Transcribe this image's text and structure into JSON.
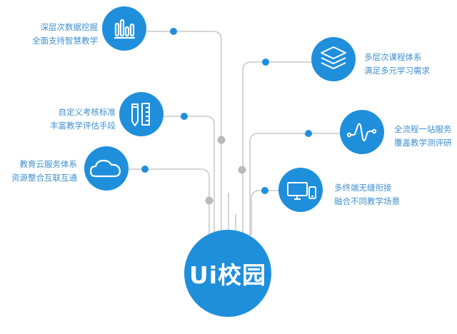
{
  "center": {
    "title": "Ui校园"
  },
  "features": [
    {
      "icon": "bar-chart-icon",
      "line1": "深层次数据挖掘",
      "line2": "全面支持智慧教学"
    },
    {
      "icon": "ruler-pencil-icon",
      "line1": "自定义考核标准",
      "line2": "丰富教学评估手段"
    },
    {
      "icon": "cloud-icon",
      "line1": "教育云服务体系",
      "line2": "资源整合互联互通"
    },
    {
      "icon": "layers-icon",
      "line1": "多层次课程体系",
      "line2": "满足多元学习需求"
    },
    {
      "icon": "waveform-icon",
      "line1": "全流程一站服务",
      "line2": "覆盖教学测评研"
    },
    {
      "icon": "devices-icon",
      "line1": "多终端无缝衔接",
      "line2": "融合不同教学场景"
    }
  ],
  "colors": {
    "accent": "#1f8fdb",
    "line": "#c9c9c9",
    "joint": "#b9b9b9",
    "text": "#3f8fd0"
  }
}
